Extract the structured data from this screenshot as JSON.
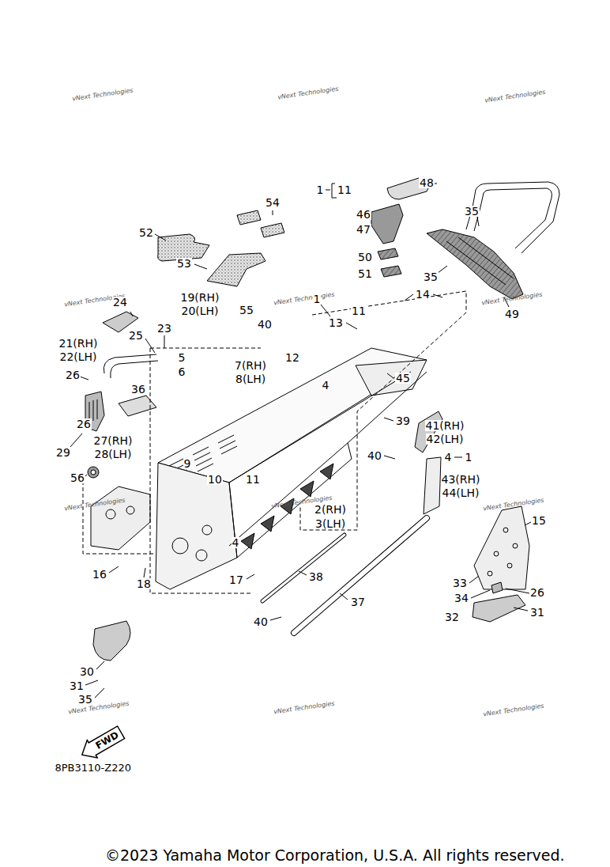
{
  "diagram": {
    "caption": "©2023 Yamaha Motor Corporation, U.S.A. All rights reserved.",
    "nodes": [
      {
        "text": [
          "FWD"
        ]
      }
    ],
    "labels": [
      "vNext Technologies",
      "vNext Technologies",
      "vNext Technologies",
      "1",
      "11",
      "48",
      "35",
      "54",
      "46",
      "47",
      "52",
      "53",
      "50",
      "51",
      "35",
      "19(RH)",
      "vNext Technologies",
      "24",
      "vNext Technologies",
      "1",
      "14",
      "vNext Technologies",
      "55",
      "20(LH)",
      "11",
      "49",
      "40",
      "13",
      "23",
      "25",
      "21(RH)",
      "22(LH)",
      "12",
      "5",
      "7(RH)",
      "6",
      "26",
      "8(LH)",
      "45",
      "4",
      "36",
      "39",
      "26",
      "41(RH)",
      "42(LH)",
      "27(RH)",
      "29",
      "28(LH)",
      "40",
      "4",
      "1",
      "9",
      "56",
      "10",
      "11",
      "43(RH)",
      "44(LH)",
      "vNext Technologies",
      "vNext Technologies",
      "vNext Technologies",
      "2(RH)",
      "3(LH)",
      "15",
      "4",
      "16",
      "17",
      "38",
      "33",
      "18",
      "26",
      "34",
      "37",
      "32",
      "31",
      "40",
      "30",
      "31",
      "35",
      "vNext Technologies",
      "vNext Technologies",
      "vNext Technologies",
      "8PB3110-Z220"
    ]
  }
}
